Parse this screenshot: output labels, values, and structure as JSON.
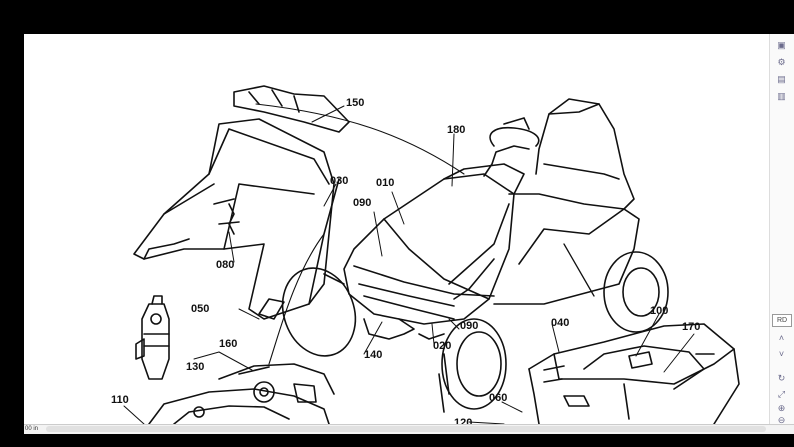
{
  "callouts": {
    "c010": "010",
    "c020": "020",
    "c030": "030",
    "c040": "040",
    "c050": "050",
    "c060": "060",
    "c080": "080",
    "c090a": "090",
    "c090b": "090",
    "c100": "100",
    "c110": "110",
    "c120": "120",
    "c130": "130",
    "c140": "140",
    "c150": "150",
    "c160": "160",
    "c170": "170",
    "c180": "180"
  },
  "toolbar": {
    "page_badge": "RD"
  },
  "statusbar": {
    "zoom": "00 in"
  },
  "icons": [
    "image-icon",
    "settings-icon",
    "comment-icon",
    "document-icon",
    "chevron-up-icon",
    "chevron-down-icon",
    "refresh-icon",
    "fit-page-icon",
    "zoom-in-icon",
    "zoom-out-icon"
  ]
}
